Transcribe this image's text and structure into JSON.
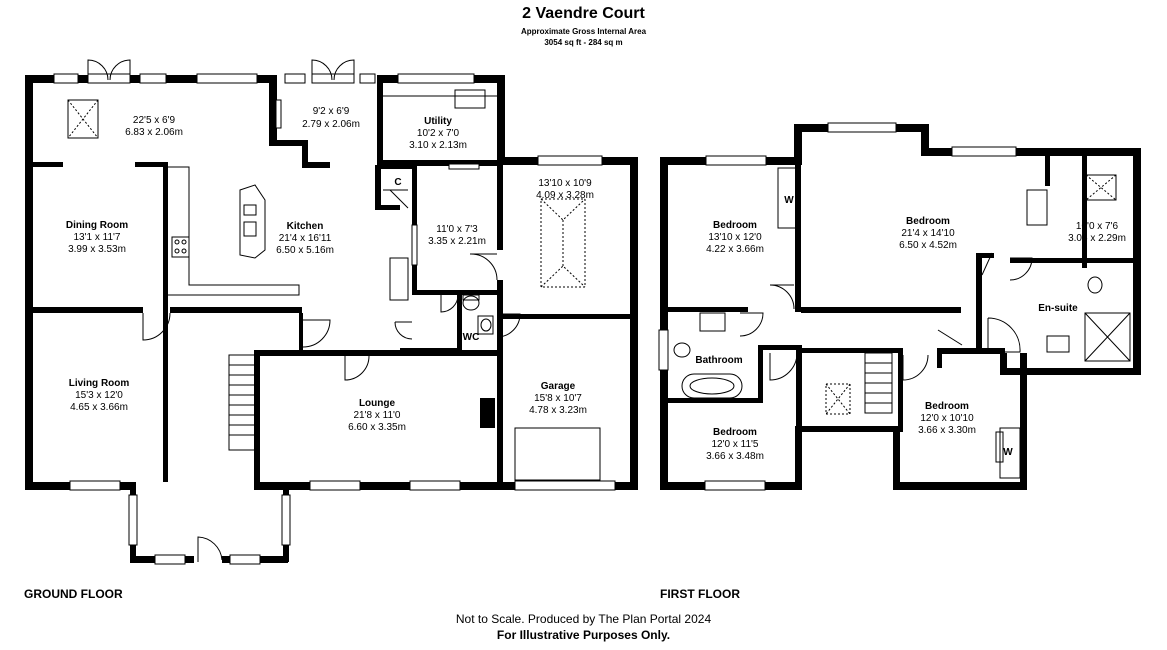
{
  "title": "2 Vaendre Court",
  "area_label": "Approximate Gross Internal Area",
  "area_value": "3054 sq ft - 284 sq m",
  "floors": {
    "ground": "GROUND FLOOR",
    "first": "FIRST FLOOR"
  },
  "footer": {
    "line1": "Not to Scale. Produced by The Plan Portal 2024",
    "line2": "For Illustrative Purposes Only."
  },
  "ground_rooms": {
    "sunroom": {
      "name": "",
      "imperial": "22'5 x 6'9",
      "metric": "6.83 x 2.06m"
    },
    "bay": {
      "name": "",
      "imperial": "9'2 x 6'9",
      "metric": "2.79 x 2.06m"
    },
    "utility": {
      "name": "Utility",
      "imperial": "10'2 x 7'0",
      "metric": "3.10 x 2.13m"
    },
    "dining": {
      "name": "Dining Room",
      "imperial": "13'1 x 11'7",
      "metric": "3.99 x 3.53m"
    },
    "kitchen": {
      "name": "Kitchen",
      "imperial": "21'4 x 16'11",
      "metric": "6.50 x 5.16m"
    },
    "store": {
      "name": "",
      "imperial": "11'0 x 7'3",
      "metric": "3.35 x 2.21m"
    },
    "workshop": {
      "name": "",
      "imperial": "13'10 x 10'9",
      "metric": "4.09 x 3.28m"
    },
    "living": {
      "name": "Living Room",
      "imperial": "15'3 x 12'0",
      "metric": "4.65 x 3.66m"
    },
    "lounge": {
      "name": "Lounge",
      "imperial": "21'8 x 11'0",
      "metric": "6.60 x 3.35m"
    },
    "garage": {
      "name": "Garage",
      "imperial": "15'8 x 10'7",
      "metric": "4.78 x 3.23m"
    },
    "cupboard_c": "C",
    "wc": "WC"
  },
  "first_rooms": {
    "bed1": {
      "name": "Bedroom",
      "imperial": "13'10 x 12'0",
      "metric": "4.22 x 3.66m"
    },
    "bed2": {
      "name": "Bedroom",
      "imperial": "21'4 x 14'10",
      "metric": "6.50 x 4.52m"
    },
    "dress": {
      "name": "",
      "imperial": "10'0 x 7'6",
      "metric": "3.05 x 2.29m"
    },
    "ensuite": {
      "name": "En-suite"
    },
    "bathroom": {
      "name": "Bathroom"
    },
    "bed3": {
      "name": "Bedroom",
      "imperial": "12'0 x 11'5",
      "metric": "3.66 x 3.48m"
    },
    "bed4": {
      "name": "Bedroom",
      "imperial": "12'0 x 10'10",
      "metric": "3.66 x 3.30m"
    },
    "wardrobe1": "W",
    "wardrobe2": "W"
  }
}
